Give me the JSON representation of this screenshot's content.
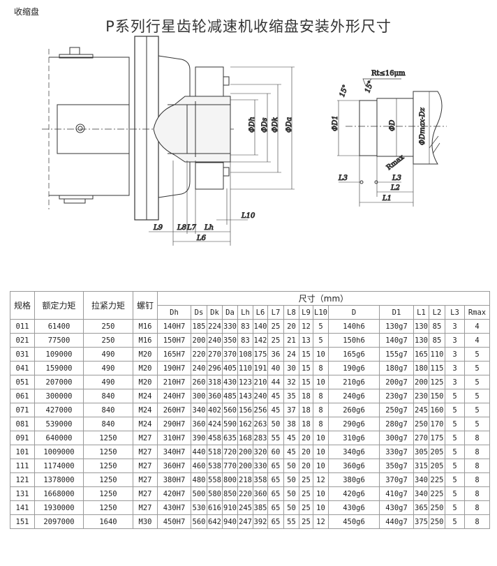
{
  "page_tag": "收缩盘",
  "title": "P系列行星齿轮减速机收缩盘安装外形尺寸",
  "drawing_labels": {
    "left": {
      "Dh": "ΦDh",
      "Ds": "ΦDs",
      "Dk": "ΦDk",
      "Da": "ΦDa",
      "L9": "L9",
      "L8": "L8",
      "L7": "L7",
      "Lh": "Lh",
      "L6": "L6",
      "L10": "L10"
    },
    "right": {
      "roughness": "Rt≤16μm",
      "angle1": "15°",
      "angle2": "15°",
      "D1": "ΦD1",
      "D": "ΦD",
      "Dmax": "ΦDmax-Dz",
      "Rmax": "Rmax",
      "L3a": "L3",
      "L3b": "L3",
      "L2": "L2",
      "L1": "L1"
    }
  },
  "table": {
    "group_header": "尺寸（mm）",
    "fixed_headers": [
      "规格",
      "额定力矩",
      "拉紧力矩",
      "螺钉"
    ],
    "dim_headers": [
      "Dh",
      "Ds",
      "Dk",
      "Da",
      "Lh",
      "L6",
      "L7",
      "L8",
      "L9",
      "L10",
      "D",
      "D1",
      "L1",
      "L2",
      "L3",
      "Rmax"
    ],
    "rows": [
      [
        "011",
        "61400",
        "250",
        "M16",
        "140H7",
        "185",
        "224",
        "330",
        "83",
        "140",
        "25",
        "20",
        "12",
        "5",
        "140h6",
        "130g7",
        "130",
        "85",
        "3",
        "4"
      ],
      [
        "021",
        "77500",
        "250",
        "M16",
        "150H7",
        "200",
        "240",
        "350",
        "83",
        "142",
        "25",
        "21",
        "13",
        "5",
        "150h6",
        "140g7",
        "130",
        "85",
        "3",
        "4"
      ],
      [
        "031",
        "109000",
        "490",
        "M20",
        "165H7",
        "220",
        "270",
        "370",
        "108",
        "175",
        "36",
        "24",
        "15",
        "10",
        "165g6",
        "155g7",
        "165",
        "110",
        "3",
        "5"
      ],
      [
        "041",
        "159000",
        "490",
        "M20",
        "190H7",
        "240",
        "296",
        "405",
        "110",
        "191",
        "40",
        "30",
        "15",
        "8",
        "190g6",
        "180g7",
        "180",
        "115",
        "3",
        "5"
      ],
      [
        "051",
        "207000",
        "490",
        "M20",
        "210H7",
        "260",
        "318",
        "430",
        "123",
        "210",
        "44",
        "32",
        "15",
        "10",
        "210g6",
        "200g7",
        "200",
        "125",
        "3",
        "5"
      ],
      [
        "061",
        "300000",
        "840",
        "M24",
        "240H7",
        "300",
        "360",
        "485",
        "143",
        "240",
        "45",
        "35",
        "18",
        "8",
        "240g6",
        "230g7",
        "230",
        "150",
        "5",
        "5"
      ],
      [
        "071",
        "427000",
        "840",
        "M24",
        "260H7",
        "340",
        "402",
        "560",
        "156",
        "256",
        "45",
        "37",
        "18",
        "8",
        "260g6",
        "250g7",
        "245",
        "160",
        "5",
        "5"
      ],
      [
        "081",
        "539000",
        "840",
        "M24",
        "290H7",
        "360",
        "424",
        "590",
        "162",
        "263",
        "50",
        "38",
        "18",
        "8",
        "290g6",
        "280g7",
        "250",
        "170",
        "5",
        "5"
      ],
      [
        "091",
        "640000",
        "1250",
        "M27",
        "310H7",
        "390",
        "458",
        "635",
        "168",
        "283",
        "55",
        "45",
        "20",
        "10",
        "310g6",
        "300g7",
        "270",
        "175",
        "5",
        "8"
      ],
      [
        "101",
        "1009000",
        "1250",
        "M27",
        "340H7",
        "440",
        "518",
        "720",
        "200",
        "320",
        "60",
        "45",
        "20",
        "10",
        "340g6",
        "330g7",
        "305",
        "205",
        "5",
        "8"
      ],
      [
        "111",
        "1174000",
        "1250",
        "M27",
        "360H7",
        "460",
        "538",
        "770",
        "200",
        "330",
        "65",
        "50",
        "20",
        "10",
        "360g6",
        "350g7",
        "315",
        "205",
        "5",
        "8"
      ],
      [
        "121",
        "1378000",
        "1250",
        "M27",
        "380H7",
        "480",
        "558",
        "800",
        "218",
        "358",
        "65",
        "50",
        "25",
        "12",
        "380g6",
        "370g7",
        "340",
        "225",
        "5",
        "8"
      ],
      [
        "131",
        "1668000",
        "1250",
        "M27",
        "420H7",
        "500",
        "580",
        "850",
        "220",
        "360",
        "65",
        "50",
        "25",
        "10",
        "420g6",
        "410g7",
        "340",
        "225",
        "5",
        "8"
      ],
      [
        "141",
        "1930000",
        "1250",
        "M27",
        "430H7",
        "530",
        "616",
        "910",
        "245",
        "385",
        "65",
        "50",
        "25",
        "10",
        "430g6",
        "430g7",
        "365",
        "250",
        "5",
        "8"
      ],
      [
        "151",
        "2097000",
        "1640",
        "M30",
        "450H7",
        "560",
        "642",
        "940",
        "247",
        "392",
        "65",
        "55",
        "25",
        "12",
        "450g6",
        "440g7",
        "375",
        "250",
        "5",
        "8"
      ]
    ]
  }
}
